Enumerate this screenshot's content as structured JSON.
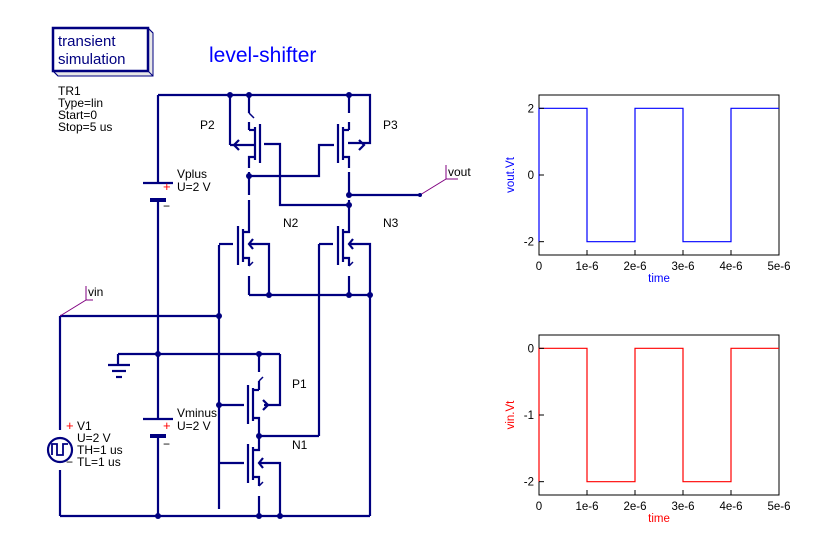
{
  "sim_box": {
    "line1": "transient",
    "line2": "simulation"
  },
  "sim_params": {
    "name": "TR1",
    "type": "Type=lin",
    "start": "Start=0",
    "stop": "Stop=5 us"
  },
  "title": "level-shifter",
  "components": {
    "p2": "P2",
    "p3": "P3",
    "n2": "N2",
    "n3": "N3",
    "p1": "P1",
    "n1": "N1",
    "vplus": {
      "name": "Vplus",
      "value": "U=2 V",
      "plus": "+",
      "minus": "−"
    },
    "vminus": {
      "name": "Vminus",
      "value": "U=2 V",
      "plus": "+",
      "minus": "−"
    },
    "v1": {
      "name": "V1",
      "value": "U=2 V",
      "th": "TH=1 us",
      "tl": "TL=1 us",
      "plus": "+",
      "minus": "−"
    },
    "vout_label": "vout",
    "vin_label": "vin"
  },
  "colors": {
    "wire": "#000080",
    "title": "#0000ff",
    "label_wire": "#800080",
    "plus_sign": "#ff0000",
    "vout_trace": "#0000ff",
    "vin_trace": "#ff0000"
  },
  "chart_data": [
    {
      "type": "line",
      "title": "",
      "xlabel": "time",
      "ylabel": "vout.Vt",
      "xlim": [
        0,
        5e-06
      ],
      "ylim": [
        -2.4,
        2.4
      ],
      "xticks": [
        "0",
        "1e-6",
        "2e-6",
        "3e-6",
        "4e-6",
        "5e-6"
      ],
      "yticks": [
        "2",
        "0",
        "-2"
      ],
      "ytick_values": [
        2,
        0,
        -2
      ],
      "xtick_values": [
        0,
        1e-06,
        2e-06,
        3e-06,
        4e-06,
        5e-06
      ],
      "series": [
        {
          "name": "vout.Vt",
          "color": "#0000ff",
          "x": [
            0,
            0,
            1e-06,
            1e-06,
            2e-06,
            2e-06,
            3e-06,
            3e-06,
            4e-06,
            4e-06,
            5e-06
          ],
          "y": [
            -2,
            2,
            2,
            -2,
            -2,
            2,
            2,
            -2,
            -2,
            2,
            2
          ]
        }
      ]
    },
    {
      "type": "line",
      "title": "",
      "xlabel": "time",
      "ylabel": "vin.Vt",
      "xlim": [
        0,
        5e-06
      ],
      "ylim": [
        -2.2,
        0.2
      ],
      "xticks": [
        "0",
        "1e-6",
        "2e-6",
        "3e-6",
        "4e-6",
        "5e-6"
      ],
      "yticks": [
        "0",
        "-1",
        "-2"
      ],
      "ytick_values": [
        0,
        -1,
        -2
      ],
      "xtick_values": [
        0,
        1e-06,
        2e-06,
        3e-06,
        4e-06,
        5e-06
      ],
      "series": [
        {
          "name": "vin.Vt",
          "color": "#ff0000",
          "x": [
            0,
            0,
            1e-06,
            1e-06,
            2e-06,
            2e-06,
            3e-06,
            3e-06,
            4e-06,
            4e-06,
            5e-06
          ],
          "y": [
            -2,
            0,
            0,
            -2,
            -2,
            0,
            0,
            -2,
            -2,
            0,
            0
          ]
        }
      ]
    }
  ]
}
